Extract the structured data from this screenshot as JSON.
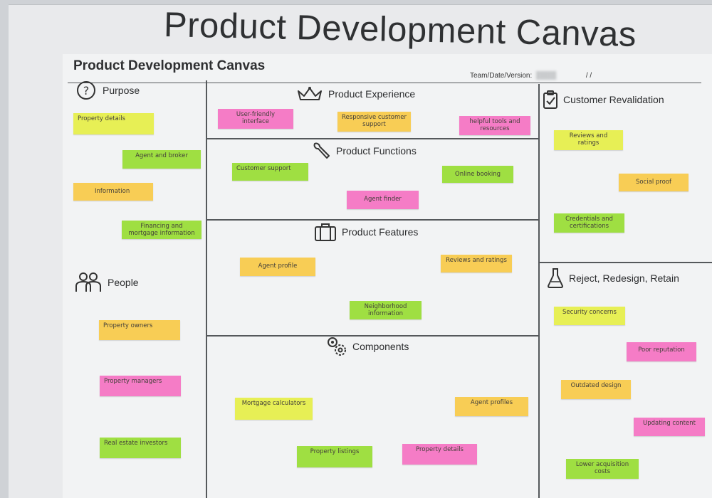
{
  "header": {
    "big_title": "Product Development Canvas",
    "small_title": "Product Development Canvas",
    "meta_label": "Team/Date/Version:",
    "meta_separators": "/ /"
  },
  "sections": {
    "purpose": "Purpose",
    "people": "People",
    "product_experience": "Product Experience",
    "product_functions": "Product Functions",
    "product_features": "Product Features",
    "components": "Components",
    "customer_revalidation": "Customer Revalidation",
    "reject_redesign_retain": "Reject, Redesign, Retain"
  },
  "notes": {
    "purpose": [
      {
        "text": "Property details",
        "color": "#e7ef55"
      },
      {
        "text": "Agent and broker",
        "color": "#9fdf42"
      },
      {
        "text": "Information",
        "color": "#f8cd55"
      },
      {
        "text": "Financing and mortgage information",
        "color": "#9fdf42"
      }
    ],
    "people": [
      {
        "text": "Property owners",
        "color": "#f8cd55"
      },
      {
        "text": "Property managers",
        "color": "#f57cc6"
      },
      {
        "text": "Real estate investors",
        "color": "#9fdf42"
      }
    ],
    "product_experience": [
      {
        "text": "User-friendly interface",
        "color": "#f57cc6"
      },
      {
        "text": "Responsive customer support",
        "color": "#f8cd55"
      },
      {
        "text": "helpful tools and resources",
        "color": "#f57cc6"
      }
    ],
    "product_functions": [
      {
        "text": "Customer support",
        "color": "#9fdf42"
      },
      {
        "text": "Online booking",
        "color": "#9fdf42"
      },
      {
        "text": "Agent finder",
        "color": "#f57cc6"
      }
    ],
    "product_features": [
      {
        "text": "Agent profile",
        "color": "#f8cd55"
      },
      {
        "text": "Reviews and ratings",
        "color": "#f8cd55"
      },
      {
        "text": "Neighborhood information",
        "color": "#9fdf42"
      }
    ],
    "components": [
      {
        "text": "Mortgage calculators",
        "color": "#e7ef55"
      },
      {
        "text": "Agent profiles",
        "color": "#f8cd55"
      },
      {
        "text": "Property listings",
        "color": "#9fdf42"
      },
      {
        "text": "Property details",
        "color": "#f57cc6"
      }
    ],
    "customer_revalidation": [
      {
        "text": "Reviews and ratings",
        "color": "#e7ef55"
      },
      {
        "text": "Social proof",
        "color": "#f8cd55"
      },
      {
        "text": "Credentials and certifications",
        "color": "#9fdf42"
      }
    ],
    "reject_redesign_retain": [
      {
        "text": "Security concerns",
        "color": "#e7ef55"
      },
      {
        "text": "Poor reputation",
        "color": "#f57cc6"
      },
      {
        "text": "Outdated design",
        "color": "#f8cd55"
      },
      {
        "text": "Updating content",
        "color": "#f57cc6"
      },
      {
        "text": "Lower acquisition costs",
        "color": "#9fdf42"
      }
    ]
  }
}
